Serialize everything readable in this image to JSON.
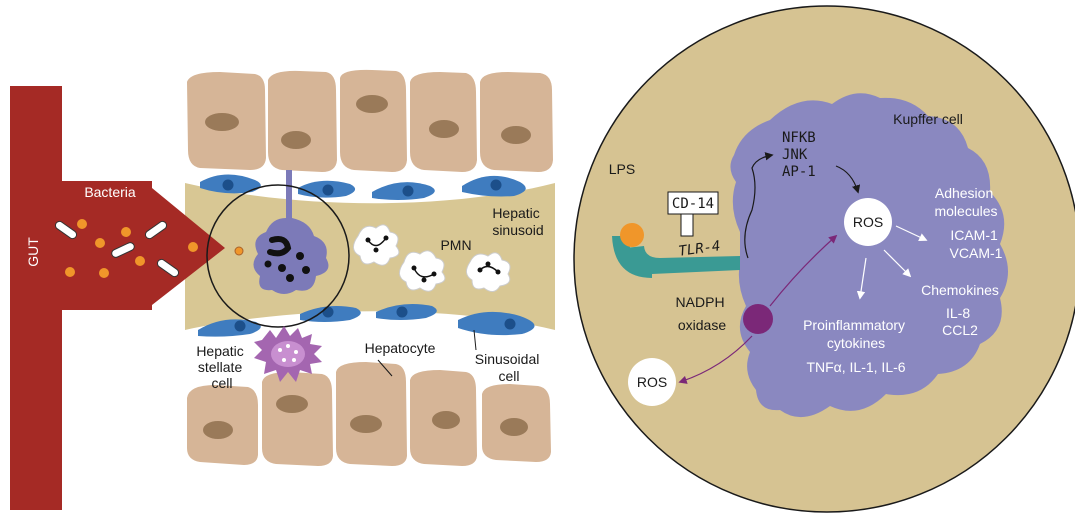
{
  "colors": {
    "gut_red": "#a52a25",
    "hepatocyte": "#d6b597",
    "hepatocyte_nucleus": "#9a7a59",
    "sinusoid": "#d8c794",
    "endothelial": "#3f7cbf",
    "kupffer": "#8a88c0",
    "kupffer_circle_bg": "#d6c392",
    "stellate": "#a466b0",
    "lps": "#f0962a",
    "tlr": "#3a9a94",
    "nadph": "#7b2878",
    "arrow_purple": "#7b2878"
  },
  "left_panel": {
    "gut_label": "GUT",
    "bacteria_label": "Bacteria",
    "hepatic_sinusoid_label": [
      "Hepatic",
      "sinusoid"
    ],
    "pmn_label": "PMN",
    "hepatic_stellate_label": [
      "Hepatic",
      "stellate",
      "cell"
    ],
    "hepatocyte_label": "Hepatocyte",
    "sinusoidal_cell_label": [
      "Sinusoidal",
      "cell"
    ]
  },
  "right_panel": {
    "kupffer_label": "Kupffer cell",
    "lps_label": "LPS",
    "cd14_label": "CD-14",
    "tlr4_label": "TLR-4",
    "signaling_labels": [
      "NFKB",
      "JNK",
      "AP-1"
    ],
    "ros_inner_label": "ROS",
    "ros_outer_label": "ROS",
    "nadph_label": [
      "NADPH",
      "oxidase"
    ],
    "adhesion_title": [
      "Adhesion",
      "molecules"
    ],
    "adhesion_items": [
      "ICAM-1",
      "VCAM-1"
    ],
    "chemokines_title": "Chemokines",
    "chemokines_items": [
      "IL-8",
      "CCL2"
    ],
    "cytokines_title": [
      "Proinflammatory",
      "cytokines"
    ],
    "cytokines_items": "TNFα, IL-1, IL-6"
  }
}
